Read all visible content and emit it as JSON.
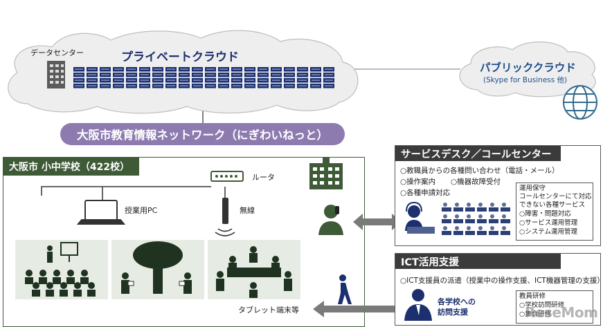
{
  "private_cloud": {
    "data_center_label": "データセンター",
    "title": "プライベートクラウド",
    "server_count": 20
  },
  "public_cloud": {
    "title": "パブリッククラウド",
    "subtitle": "(Skype for Business 他)"
  },
  "network": {
    "label": "大阪市教育情報ネットワーク（にぎわいねっと）"
  },
  "schools": {
    "header": "大阪市 小中学校（422校）",
    "router_label": "ルータ",
    "pc_label": "授業用PC",
    "wireless_label": "無線",
    "tablet_label": "タブレット端末等"
  },
  "service_desk": {
    "header": "サービスデスク／コールセンター",
    "items": [
      "○教職員からの各種問い合わせ（電話・メール）",
      "○操作案内",
      "○機器故障受付",
      "○各種申請対応"
    ],
    "ops_box": [
      "運用保守",
      "コールセンターにて対応",
      "できない各種サービス",
      "○障害・問題対応",
      "○サービス運用管理",
      "○システム運用管理"
    ]
  },
  "ict_support": {
    "header": "ICT活用支援",
    "item": "○ICT支援員の派遣（授業中の操作支援、ICT機器管理の支援）",
    "visit_label": [
      "各学校への",
      "訪問支援"
    ],
    "training_box": [
      "教員研修",
      "○学校訪問研修",
      "○集合研修"
    ]
  },
  "watermark": "ReseMom",
  "colors": {
    "navy": "#1c2f6e",
    "purple": "#8d7bb0",
    "green": "#3e5a36",
    "scene_bg": "#e6ece4",
    "dark_header": "#3b3b3b"
  }
}
